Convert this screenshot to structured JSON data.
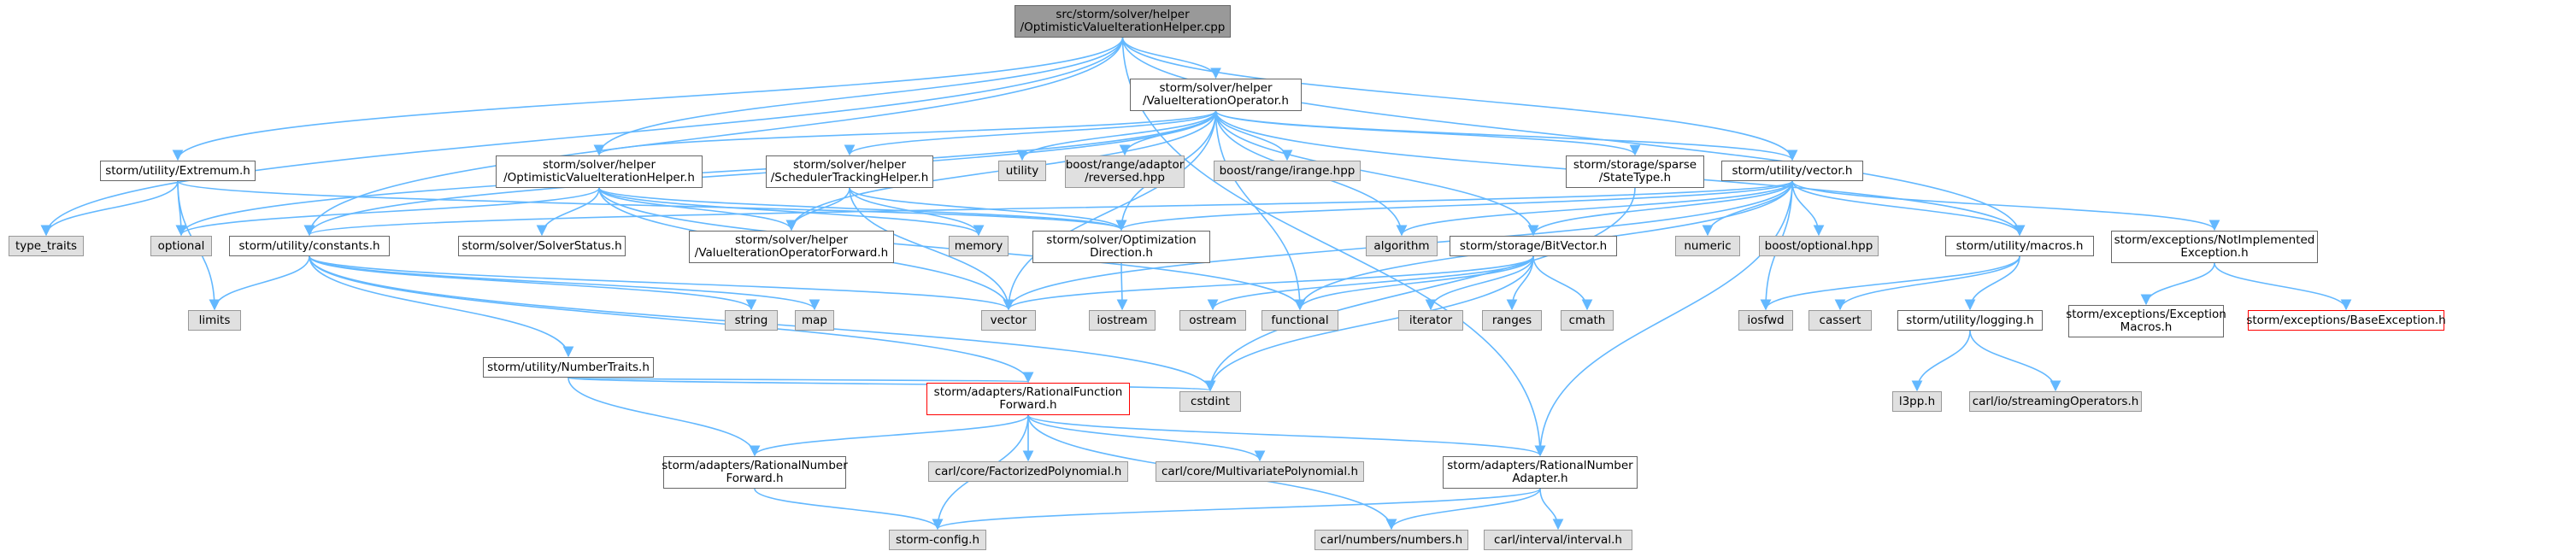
{
  "colors": {
    "edge": "#63b8ff",
    "node_border": "#666666",
    "system_fill": "#e0e0e0",
    "root_fill": "#999999",
    "warning_border": "#ff0000"
  },
  "nodes": {
    "root": {
      "lines": [
        "src/storm/solver/helper",
        "/OptimisticValueIterationHelper.cpp"
      ]
    },
    "valueIterationOperator": {
      "lines": [
        "storm/solver/helper",
        "/ValueIterationOperator.h"
      ]
    },
    "extremum": {
      "lines": [
        "storm/utility/Extremum.h"
      ]
    },
    "typeTraits": {
      "lines": [
        "type_traits"
      ]
    },
    "optional": {
      "lines": [
        "optional"
      ]
    },
    "limits": {
      "lines": [
        "limits"
      ]
    },
    "constants": {
      "lines": [
        "storm/utility/constants.h"
      ]
    },
    "ovih": {
      "lines": [
        "storm/solver/helper",
        "/OptimisticValueIterationHelper.h"
      ]
    },
    "schedTracking": {
      "lines": [
        "storm/solver/helper",
        "/SchedulerTrackingHelper.h"
      ]
    },
    "utility": {
      "lines": [
        "utility"
      ]
    },
    "reversed": {
      "lines": [
        "boost/range/adaptor",
        "/reversed.hpp"
      ]
    },
    "irange": {
      "lines": [
        "boost/range/irange.hpp"
      ]
    },
    "stateType": {
      "lines": [
        "storm/storage/sparse",
        "/StateType.h"
      ]
    },
    "vectorH": {
      "lines": [
        "storm/utility/vector.h"
      ]
    },
    "solverStatus": {
      "lines": [
        "storm/solver/SolverStatus.h"
      ]
    },
    "viOpForward": {
      "lines": [
        "storm/solver/helper",
        "/ValueIterationOperatorForward.h"
      ]
    },
    "memory": {
      "lines": [
        "memory"
      ]
    },
    "optDirection": {
      "lines": [
        "storm/solver/Optimization",
        "Direction.h"
      ]
    },
    "algorithm": {
      "lines": [
        "algorithm"
      ]
    },
    "bitVector": {
      "lines": [
        "storm/storage/BitVector.h"
      ]
    },
    "numeric": {
      "lines": [
        "numeric"
      ]
    },
    "boostOptional": {
      "lines": [
        "boost/optional.hpp"
      ]
    },
    "macros": {
      "lines": [
        "storm/utility/macros.h"
      ]
    },
    "notImpl": {
      "lines": [
        "storm/exceptions/NotImplemented",
        "Exception.h"
      ]
    },
    "string": {
      "lines": [
        "string"
      ]
    },
    "map": {
      "lines": [
        "map"
      ]
    },
    "vector": {
      "lines": [
        "vector"
      ]
    },
    "iostream": {
      "lines": [
        "iostream"
      ]
    },
    "ostream": {
      "lines": [
        "ostream"
      ]
    },
    "functional": {
      "lines": [
        "functional"
      ]
    },
    "iterator": {
      "lines": [
        "iterator"
      ]
    },
    "ranges": {
      "lines": [
        "ranges"
      ]
    },
    "cmath": {
      "lines": [
        "cmath"
      ]
    },
    "iosfwd": {
      "lines": [
        "iosfwd"
      ]
    },
    "cassert": {
      "lines": [
        "cassert"
      ]
    },
    "logging": {
      "lines": [
        "storm/utility/logging.h"
      ]
    },
    "excMacros": {
      "lines": [
        "storm/exceptions/Exception",
        "Macros.h"
      ]
    },
    "baseExc": {
      "lines": [
        "storm/exceptions/BaseException.h"
      ]
    },
    "numberTraits": {
      "lines": [
        "storm/utility/NumberTraits.h"
      ]
    },
    "cstdint": {
      "lines": [
        "cstdint"
      ]
    },
    "l3pp": {
      "lines": [
        "l3pp.h"
      ]
    },
    "streamingOps": {
      "lines": [
        "carl/io/streamingOperators.h"
      ]
    },
    "ratFuncFwd": {
      "lines": [
        "storm/adapters/RationalFunction",
        "Forward.h"
      ]
    },
    "ratNumFwd": {
      "lines": [
        "storm/adapters/RationalNumber",
        "Forward.h"
      ]
    },
    "factPoly": {
      "lines": [
        "carl/core/FactorizedPolynomial.h"
      ]
    },
    "multiPoly": {
      "lines": [
        "carl/core/MultivariatePolynomial.h"
      ]
    },
    "ratNumAdapter": {
      "lines": [
        "storm/adapters/RationalNumber",
        "Adapter.h"
      ]
    },
    "stormConfig": {
      "lines": [
        "storm-config.h"
      ]
    },
    "numbers": {
      "lines": [
        "carl/numbers/numbers.h"
      ]
    },
    "interval": {
      "lines": [
        "carl/interval/interval.h"
      ]
    }
  }
}
